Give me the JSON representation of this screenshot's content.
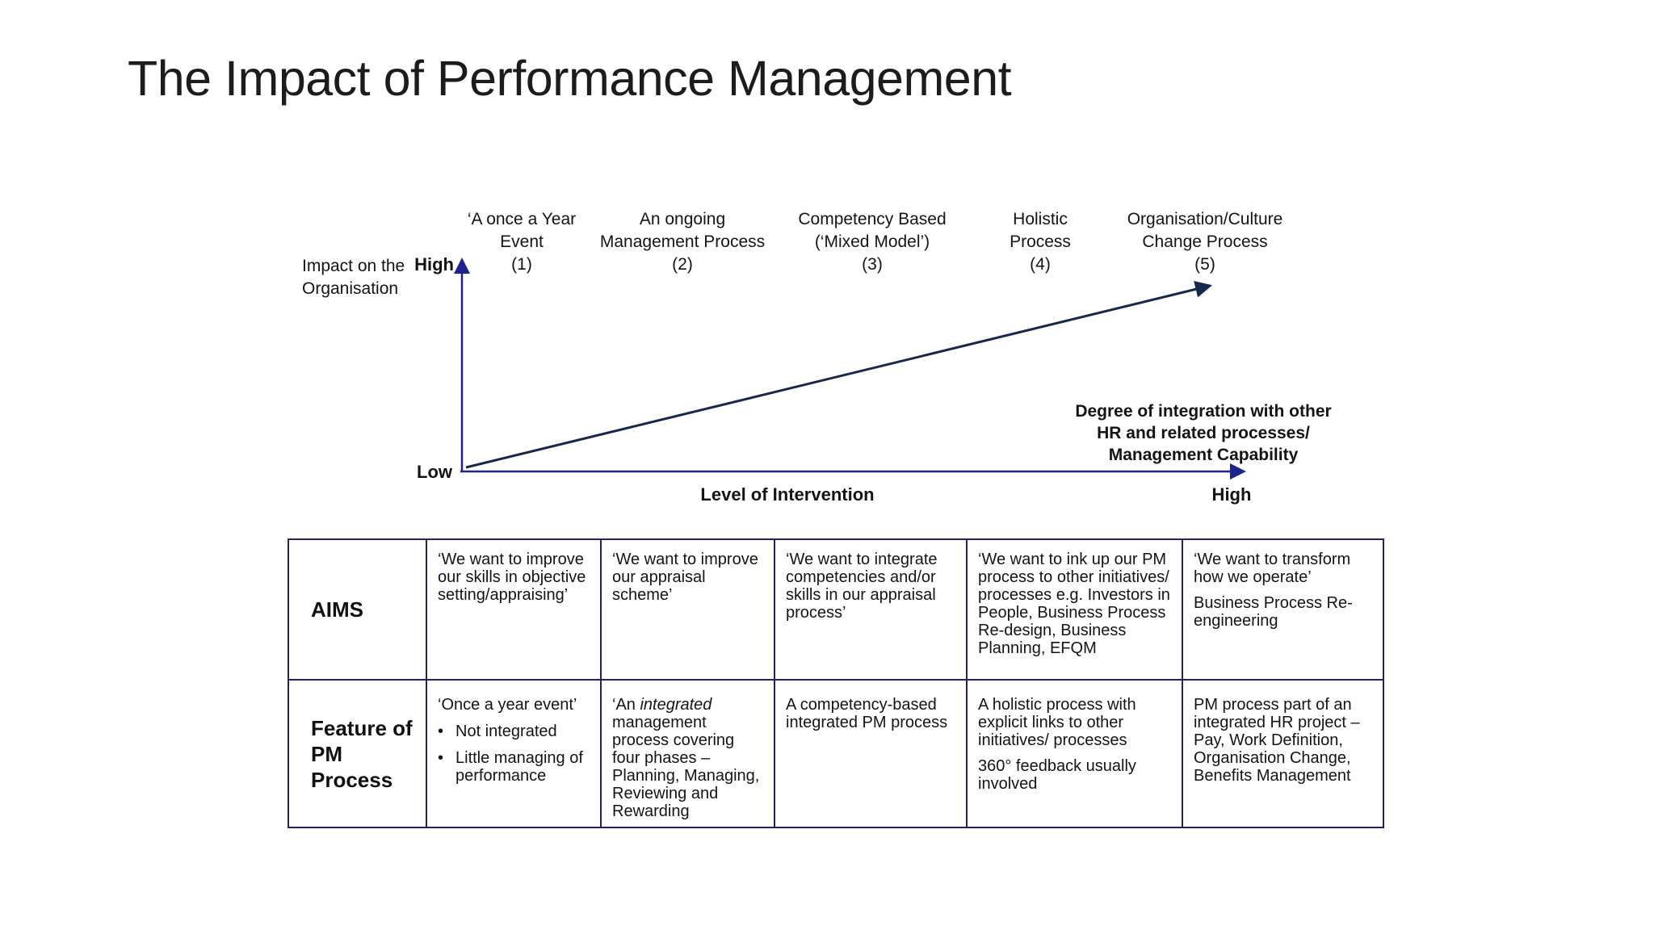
{
  "slide": {
    "title": "The Impact of Performance Management"
  },
  "colors": {
    "axis_blue": "#1d2490",
    "arrow_navy": "#15294f",
    "table_border": "#262262"
  },
  "diagram": {
    "y_axis_label_line1": "Impact on the",
    "y_axis_label_line2": "Organisation",
    "y_high": "High",
    "y_low": "Low",
    "x_axis_label": "Level of Intervention",
    "x_high": "High",
    "integration_note_line1": "Degree of integration with other",
    "integration_note_line2": "HR and related processes/",
    "integration_note_line3": "Management Capability",
    "stages": [
      {
        "line1": "‘A once a Year",
        "line2": "Event",
        "num": "(1)"
      },
      {
        "line1": "An ongoing",
        "line2": "Management Process",
        "num": "(2)"
      },
      {
        "line1": "Competency Based",
        "line2": "(‘Mixed Model’)",
        "num": "(3)"
      },
      {
        "line1": "Holistic",
        "line2": "Process",
        "num": "(4)"
      },
      {
        "line1": "Organisation/Culture",
        "line2": "Change Process",
        "num": "(5)"
      }
    ]
  },
  "table": {
    "aims_row": {
      "header": "AIMS",
      "cells": [
        {
          "text": "‘We want to improve our skills in objective setting/appraising’"
        },
        {
          "text": "‘We want to improve our appraisal scheme’"
        },
        {
          "text": "‘We want to integrate competencies and/or skills in our appraisal process’"
        },
        {
          "text": "‘We want to ink up our PM process to other initiatives/ processes e.g. Investors in People, Business Process Re-design, Business Planning, EFQM"
        },
        {
          "p1": "‘We want to transform how we operate’",
          "p2": "Business Process Re-engineering"
        }
      ]
    },
    "feature_row": {
      "header": "Feature of PM Process",
      "cells": [
        {
          "quote": "‘Once a year event’",
          "bullets": [
            "Not integrated",
            "Little managing of performance"
          ]
        },
        {
          "pre": "‘An ",
          "italic": "integrated",
          "post": " management process covering four phases – Planning, Managing, Reviewing and Rewarding"
        },
        {
          "text": "A competency-based integrated PM process"
        },
        {
          "p1": "A holistic process with explicit links to other initiatives/ processes",
          "p2": "360° feedback usually involved"
        },
        {
          "text": "PM process part of an integrated HR project – Pay, Work Definition, Organisation Change, Benefits Management"
        }
      ]
    }
  }
}
